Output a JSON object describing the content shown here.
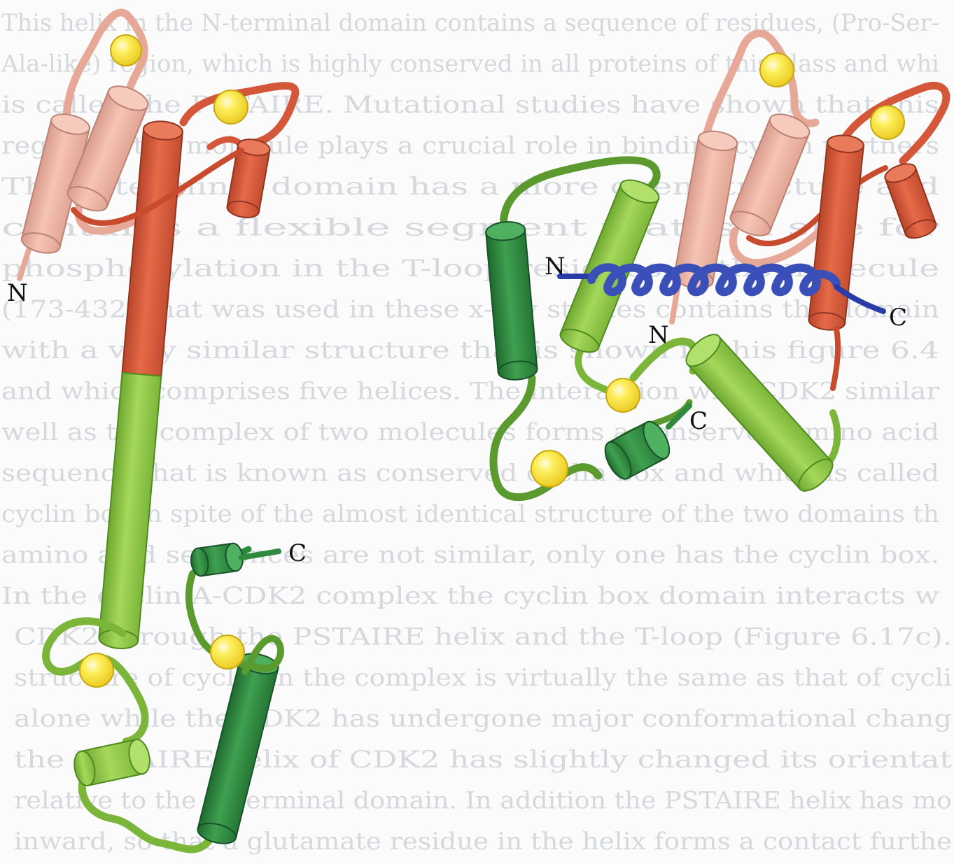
{
  "colors": {
    "background": "#fbfbfb",
    "ghost_text": "#d5d8dc",
    "pink": "#f2b7a6",
    "pink_dark": "#c98f80",
    "red": "#dc5a3a",
    "red_dark": "#9e3a22",
    "lime": "#94cc46",
    "lime_dark": "#5f9a26",
    "green": "#2f8a3e",
    "green_dark": "#1c5e28",
    "blue": "#3b4fb8",
    "blue_dark": "#1e2c80",
    "ion": "#fde84d",
    "ion_stroke": "#c7a80f"
  },
  "left_structure": {
    "labels": {
      "n_terminus": "N",
      "c_terminus": "C"
    }
  },
  "right_structure": {
    "labels": {
      "n_terminus_helix": "N",
      "c_terminus_helix": "C",
      "n_terminus_domain": "N",
      "c_terminus_domain": "C"
    }
  },
  "background_text": {
    "lines": [
      "This helix in the N-terminal domain contains a sequence of residues, (Pro-Ser-",
      "Ala-like) region, which is highly conserved in all proteins of this class and whi",
      "is called the PSTAIRE. Mutational studies have shown that this",
      "region of the molecule plays a crucial role in binding cyclin partners",
      "The C-terminal domain has a more open structure and",
      "contains a flexible segment that is a site for",
      "phosphorylation in the T-loop residues of the molecule",
      "(173-432) that was used in these x-ray studies contains the domain",
      "with a very similar structure that is shown in this figure 6.4",
      "and which comprises five helices. The interaction with CDK2 similar",
      "well as the complex of two molecules forms a conserved amino acid",
      "sequence that is known as conserved cyclin box and which is called",
      "cyclin box in spite of the almost identical structure of the two domains th",
      "amino acid sequences are not similar, only one has the cyclin box.",
      "In the cyclin A-CDK2 complex the cyclin box domain interacts w",
      "CDK2 through the PSTAIRE helix and the T-loop (Figure 6.17c).",
      "structure of cyclin in the complex is virtually the same as that of cycli",
      "alone while the CDK2 has undergone major conformational chang",
      "the PSTAIRE helix of CDK2 has slightly changed its orientat",
      "relative to the N-terminal domain. In addition the PSTAIRE helix has mo",
      "inward, so that a glutamate residue in the helix forms a contact furthe"
    ]
  }
}
